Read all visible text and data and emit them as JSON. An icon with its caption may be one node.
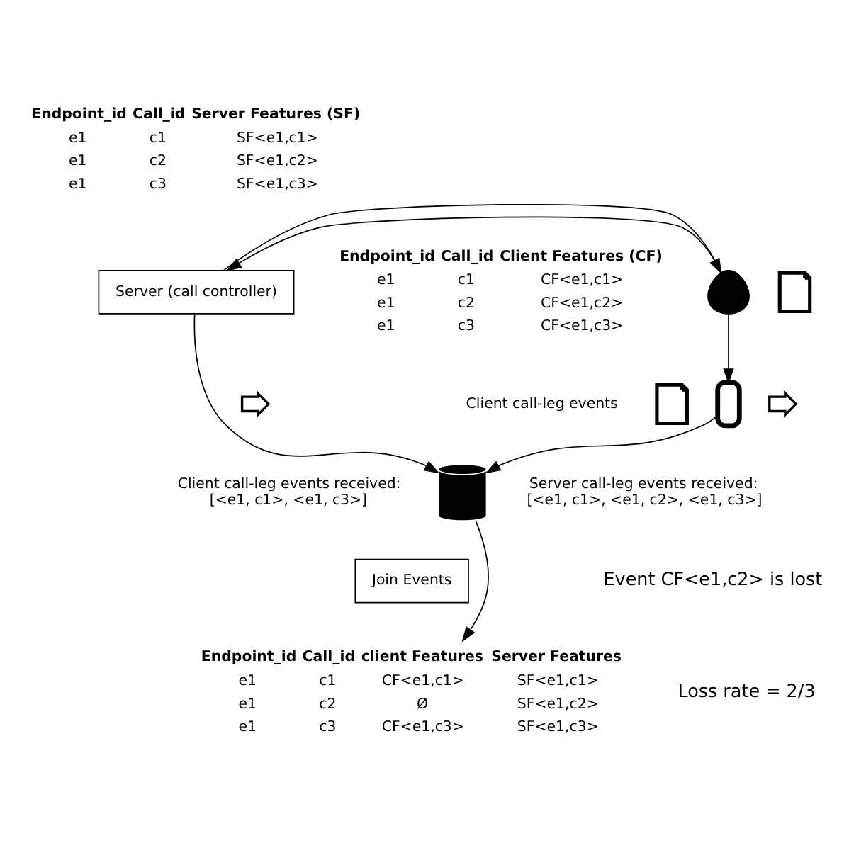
{
  "diagram": {
    "nodes": [
      {
        "text": [],
        "shape": "person"
      },
      {
        "text": [
          "Server (call controller)"
        ]
      },
      {
        "text": [],
        "shape": "phone"
      },
      {
        "text": [],
        "shape": "cylinder",
        "beside": [
          "Server call-leg events received: [<e1, c1>, <e1, c2>, <e1, c3>]",
          "Client call-leg events received: [<e1, c1>, <e1, c3>]"
        ]
      },
      {
        "text": [
          "Join Events"
        ]
      },
      {
        "text": [
          "Endpoint_id",
          "Call_id",
          "client Features",
          "Server Features",
          "e1",
          "c1",
          "CF<e1,c1>",
          "SF<e1,c1>",
          "e1",
          "c2",
          "Ø",
          "SF<e1,c2>",
          "e1",
          "c3",
          "CF<e1,c3>",
          "SF<e1,c3>"
        ]
      },
      {
        "text": [],
        "shape": "document"
      },
      {
        "text": [],
        "shape": "document"
      },
      {
        "text": [],
        "shape": "share"
      },
      {
        "text": [],
        "shape": "share"
      }
    ],
    "edges": [
      {
        "from": 0,
        "to": 1,
        "arrow": "to"
      },
      {
        "from": 1,
        "to": 0,
        "arrow": "to"
      },
      {
        "from": 0,
        "to": 2,
        "arrow": "to"
      },
      {
        "from": 2,
        "to": 3,
        "arrow": "to"
      },
      {
        "from": 1,
        "to": 3,
        "arrow": "to"
      },
      {
        "from": 3,
        "to": 5,
        "arrow": "to"
      }
    ],
    "labels": [
      "Endpoint_id",
      "Call_id",
      "Client Features (CF)",
      "e1",
      "c1",
      "CF<e1,c1>",
      "e1",
      "c2",
      "CF<e1,c2>",
      "e1",
      "c3",
      "CF<e1,c3>",
      "Client call-leg events",
      "Endpoint_id",
      "Call_id",
      "Server Features (SF)",
      "e1",
      "c1",
      "SF<e1,c1>",
      "e1",
      "c2",
      "SF<e1,c2>",
      "e1",
      "c3",
      "SF<e1,c3>",
      "Event CF<e1,c2> is lost",
      "Loss rate = 2/3"
    ]
  }
}
